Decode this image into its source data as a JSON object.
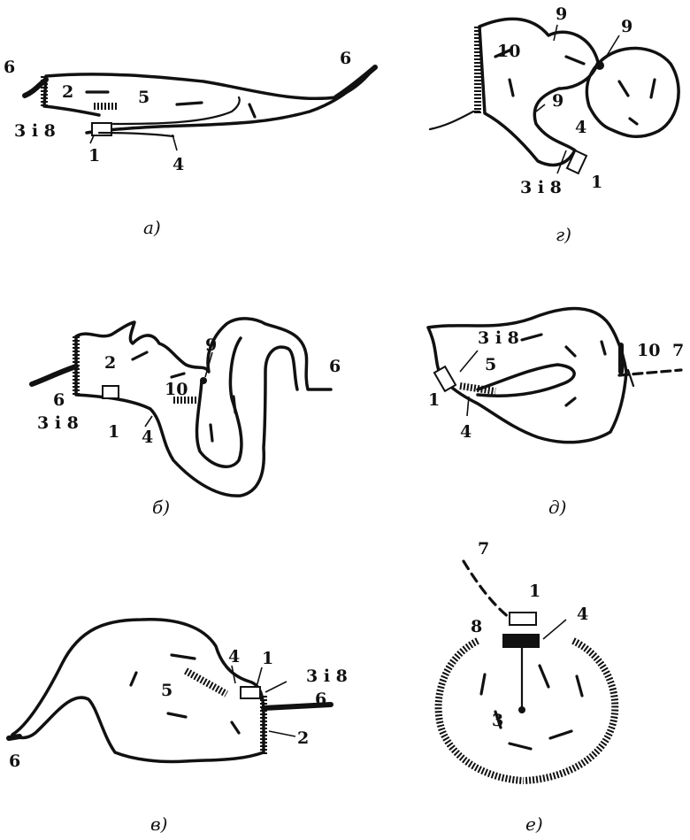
{
  "panels": [
    {
      "id": "a",
      "caption": "а)",
      "labels": {
        "l6a": "6",
        "l2": "2",
        "l5": "5",
        "l3i8": "3 і 8",
        "l1": "1",
        "l4": "4",
        "l6b": "6"
      }
    },
    {
      "id": "g",
      "caption": "г)",
      "labels": {
        "l9a": "9",
        "l9b": "9",
        "l10": "10",
        "l9c": "9",
        "l4": "4",
        "l3i8": "3 і 8",
        "l1": "1"
      }
    },
    {
      "id": "b",
      "caption": "б)",
      "labels": {
        "l2": "2",
        "l9": "9",
        "l6a": "6",
        "l6b": "6",
        "l10": "10",
        "l3i8": "3 і 8",
        "l1": "1",
        "l4": "4"
      }
    },
    {
      "id": "d",
      "caption": "д)",
      "labels": {
        "l3i8": "3 і 8",
        "l5": "5",
        "l10": "10",
        "l7": "7",
        "l1": "1",
        "l4": "4"
      }
    },
    {
      "id": "v",
      "caption": "в)",
      "labels": {
        "l4": "4",
        "l1": "1",
        "l3i8": "3 і 8",
        "l5": "5",
        "l6a": "6",
        "l6b": "6",
        "l2": "2"
      }
    },
    {
      "id": "e",
      "caption": "е)",
      "labels": {
        "l7": "7",
        "l1": "1",
        "l8": "8",
        "l4": "4",
        "l3": "3"
      }
    }
  ]
}
